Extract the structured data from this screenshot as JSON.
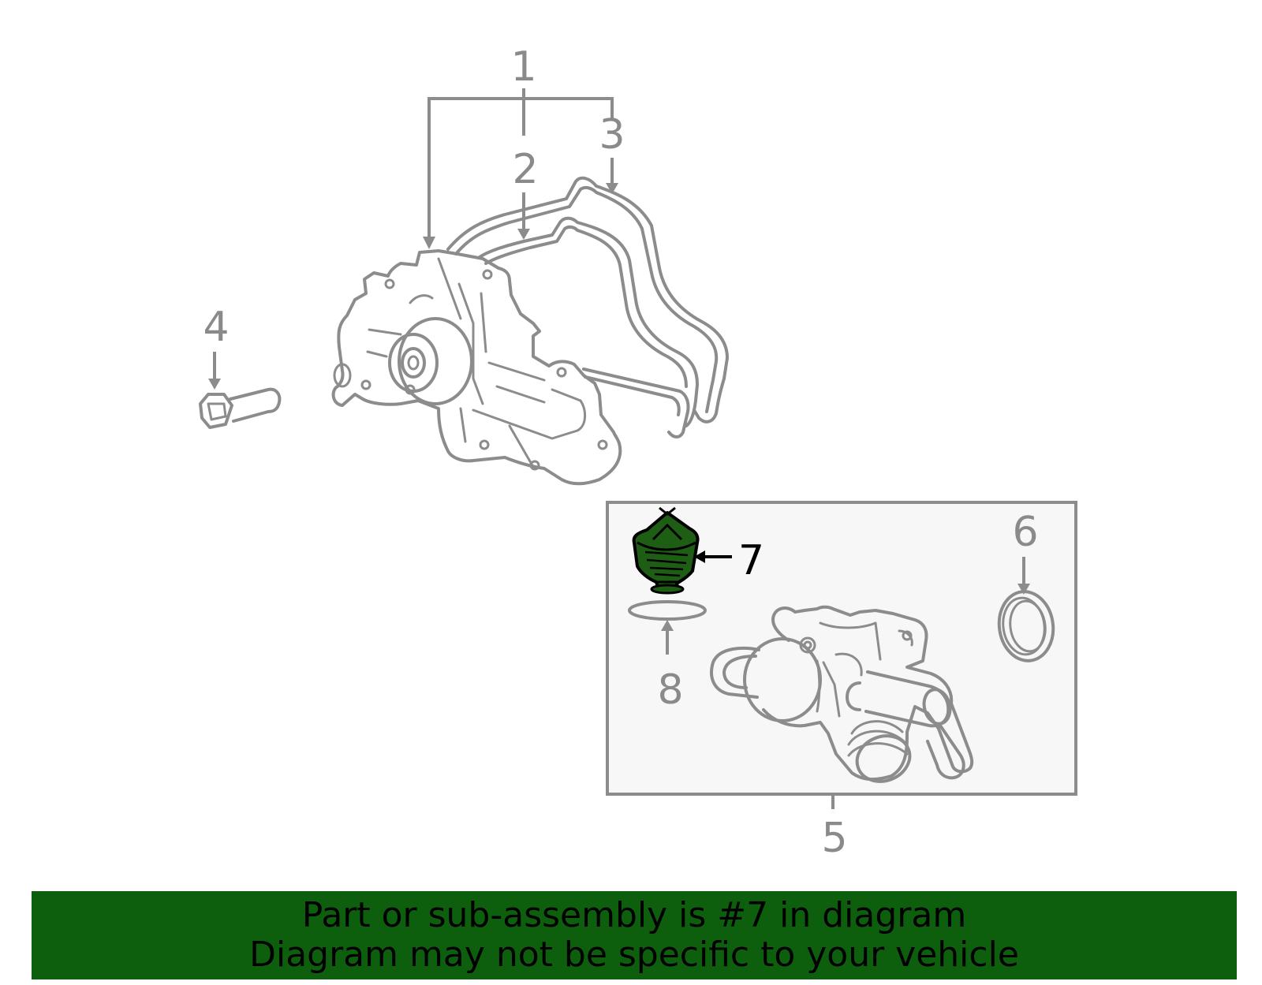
{
  "colors": {
    "banner_bg": "#0d5e0d",
    "highlight_part": "#1e5e14",
    "line_gray": "#8c8c8c",
    "box_bg": "#f7f7f7",
    "label_gray": "#8a8a8a",
    "label_highlight": "#000000"
  },
  "callouts": {
    "c1": "1",
    "c2": "2",
    "c3": "3",
    "c4": "4",
    "c5": "5",
    "c6": "6",
    "c7": "7",
    "c8": "8"
  },
  "highlighted_callout": "7",
  "banner": {
    "line1": "Part or sub-assembly is #7 in diagram",
    "line2": "Diagram may not be specific to your vehicle"
  }
}
